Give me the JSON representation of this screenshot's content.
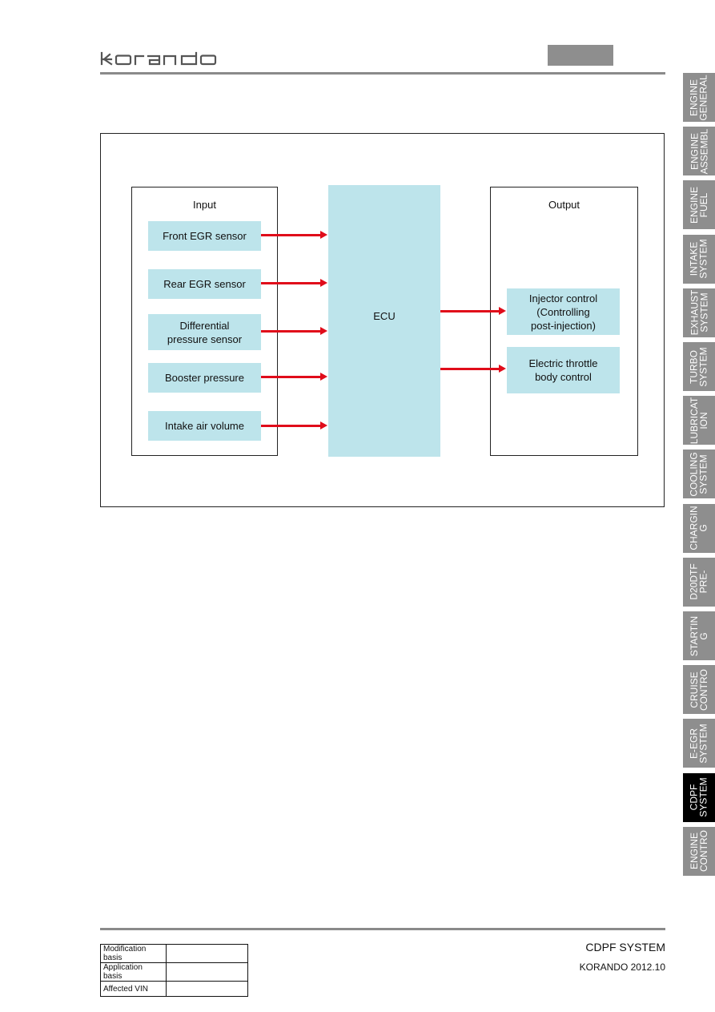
{
  "header": {
    "brand": "korando"
  },
  "diagram": {
    "input_title": "Input",
    "output_title": "Output",
    "ecu_label": "ECU",
    "inputs": [
      {
        "label": "Front EGR sensor"
      },
      {
        "label": "Rear EGR sensor"
      },
      {
        "label": "Differential\npressure sensor"
      },
      {
        "label": "Booster pressure"
      },
      {
        "label": "Intake air volume"
      }
    ],
    "outputs": [
      {
        "label": "Injector control\n(Controlling\npost-injection)"
      },
      {
        "label": "Electric throttle\nbody control"
      }
    ],
    "colors": {
      "box_fill": "#bde4eb",
      "arrow": "#e00c1a"
    }
  },
  "side_tabs": [
    {
      "label": "ENGINE\nGENERAL",
      "active": false
    },
    {
      "label": "ENGINE\nASSEMBL",
      "active": false
    },
    {
      "label": "ENGINE\nFUEL",
      "active": false
    },
    {
      "label": "INTAKE\nSYSTEM",
      "active": false
    },
    {
      "label": "EXHAUST\nSYSTEM",
      "active": false
    },
    {
      "label": "TURBO\nSYSTEM",
      "active": false
    },
    {
      "label": "LUBRICAT\nION",
      "active": false
    },
    {
      "label": "COOLING\nSYSTEM",
      "active": false
    },
    {
      "label": "CHARGIN\nG",
      "active": false
    },
    {
      "label": "D20DTF\nPRE-",
      "active": false
    },
    {
      "label": "STARTIN\nG",
      "active": false
    },
    {
      "label": "CRUISE\nCONTRO",
      "active": false
    },
    {
      "label": "E-EGR\nSYSTEM",
      "active": false
    },
    {
      "label": "CDPF\nSYSTEM",
      "active": true
    },
    {
      "label": "ENGINE\nCONTRO",
      "active": false
    }
  ],
  "footer": {
    "rows": [
      {
        "label": "Modification basis",
        "value": ""
      },
      {
        "label": "Application basis",
        "value": ""
      },
      {
        "label": "Affected VIN",
        "value": ""
      }
    ],
    "section_title": "CDPF SYSTEM",
    "model": "KORANDO 2012.10"
  }
}
